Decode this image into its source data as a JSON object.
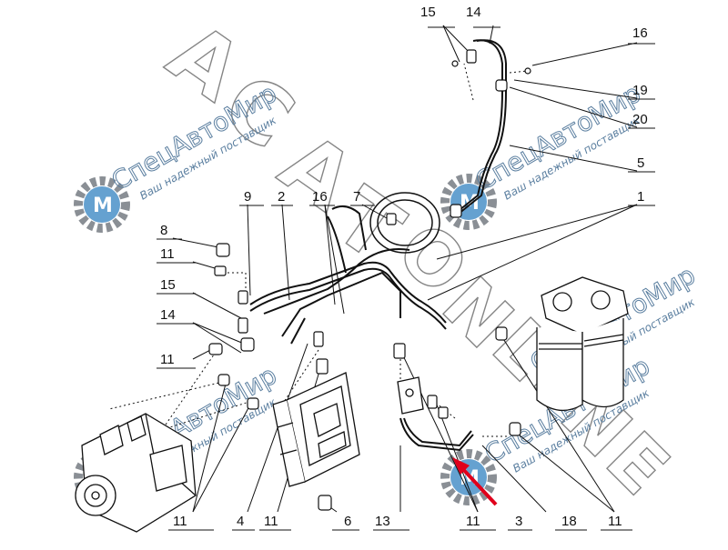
{
  "diagram": {
    "callouts": [
      {
        "id": "c15top",
        "text": "15"
      },
      {
        "id": "c14top",
        "text": "14"
      },
      {
        "id": "c16top",
        "text": "16"
      },
      {
        "id": "c19",
        "text": "19"
      },
      {
        "id": "c20",
        "text": "20"
      },
      {
        "id": "c5",
        "text": "5"
      },
      {
        "id": "c1",
        "text": "1"
      },
      {
        "id": "c9",
        "text": "9"
      },
      {
        "id": "c2",
        "text": "2"
      },
      {
        "id": "c16mid",
        "text": "16"
      },
      {
        "id": "c7",
        "text": "7"
      },
      {
        "id": "c8",
        "text": "8"
      },
      {
        "id": "c11a",
        "text": "11"
      },
      {
        "id": "c15left",
        "text": "15"
      },
      {
        "id": "c14left",
        "text": "14"
      },
      {
        "id": "c11b",
        "text": "11"
      },
      {
        "id": "c11c",
        "text": "11"
      },
      {
        "id": "c4",
        "text": "4"
      },
      {
        "id": "c11d",
        "text": "11"
      },
      {
        "id": "c6",
        "text": "6"
      },
      {
        "id": "c13",
        "text": "13"
      },
      {
        "id": "c11e",
        "text": "11"
      },
      {
        "id": "c3",
        "text": "3"
      },
      {
        "id": "c18",
        "text": "18"
      },
      {
        "id": "c11f",
        "text": "11"
      }
    ],
    "watermarks": [
      {
        "text": "СпецАвтоМир",
        "sub": "Ваш надежный поставщик"
      },
      {
        "text": "СпецАвтоМир",
        "sub": "Ваш надежный поставщик"
      },
      {
        "text": "СпецАвтоМир",
        "sub": "Ваш надежный поставщик"
      },
      {
        "text": "СпецАвтоМир",
        "sub": "Ваш надежный поставщик"
      },
      {
        "text": "СпецАвтоМир",
        "sub": "Ваш надежный поставщик"
      }
    ],
    "brand_outline": [
      "АСАТ",
      "ONLINE"
    ],
    "colors": {
      "line": "#111111",
      "watermark": "#5b7fa0",
      "gear": "#8a8f95",
      "accent_arrow": "#e0001b"
    }
  }
}
